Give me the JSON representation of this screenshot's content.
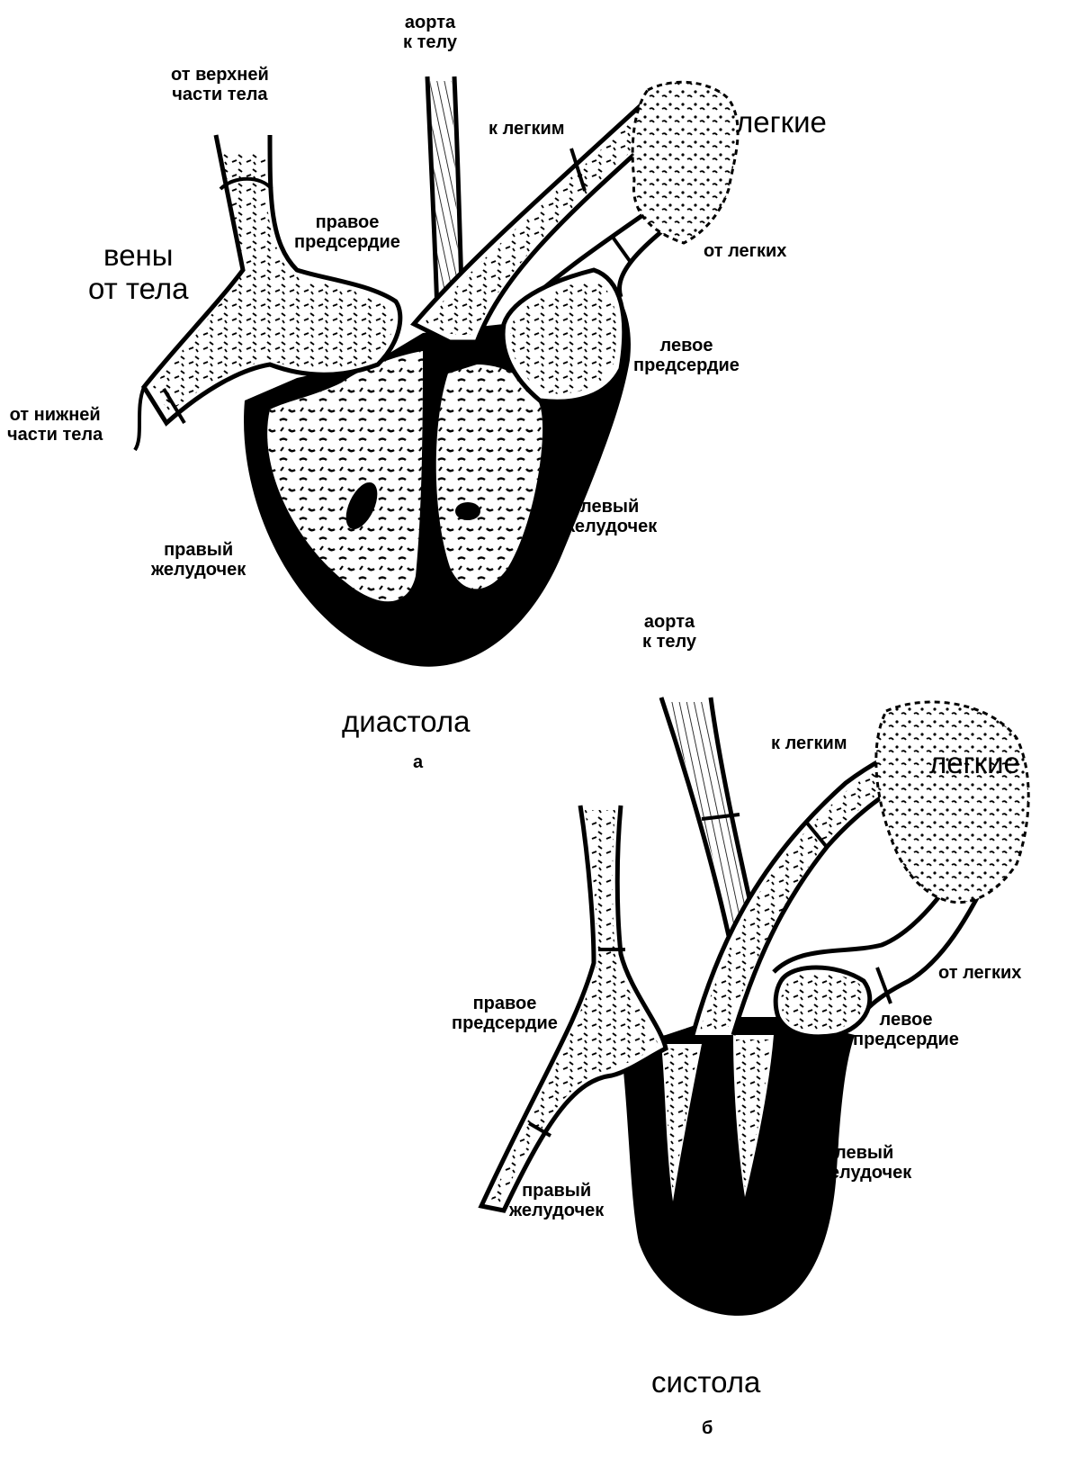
{
  "diagram_a": {
    "caption": "диастола",
    "letter": "а",
    "labels": {
      "aorta": [
        "аорта",
        "к телу"
      ],
      "upper_body": [
        "от верхней",
        "части тела"
      ],
      "to_lungs": "к легким",
      "lungs": "легкие",
      "veins": [
        "вены",
        "от тела"
      ],
      "right_atrium": [
        "правое",
        "предсердие"
      ],
      "from_lungs": "от легких",
      "left_atrium": [
        "левое",
        "предсердие"
      ],
      "lower_body": [
        "от нижней",
        "части тела"
      ],
      "left_ventricle": [
        "левый",
        "желудочек"
      ],
      "right_ventricle": [
        "правый",
        "желудочек"
      ]
    }
  },
  "diagram_b": {
    "caption": "систола",
    "letter": "б",
    "labels": {
      "aorta": [
        "аорта",
        "к телу"
      ],
      "to_lungs": "к легким",
      "lungs": "легкие",
      "from_lungs": "от легких",
      "right_atrium": [
        "правое",
        "предсердие"
      ],
      "left_atrium": [
        "левое",
        "предсердие"
      ],
      "left_ventricle": [
        "левый",
        "желудочек"
      ],
      "right_ventricle": [
        "правый",
        "желудочек"
      ]
    }
  },
  "colors": {
    "ink": "#000000",
    "paper": "#ffffff"
  }
}
